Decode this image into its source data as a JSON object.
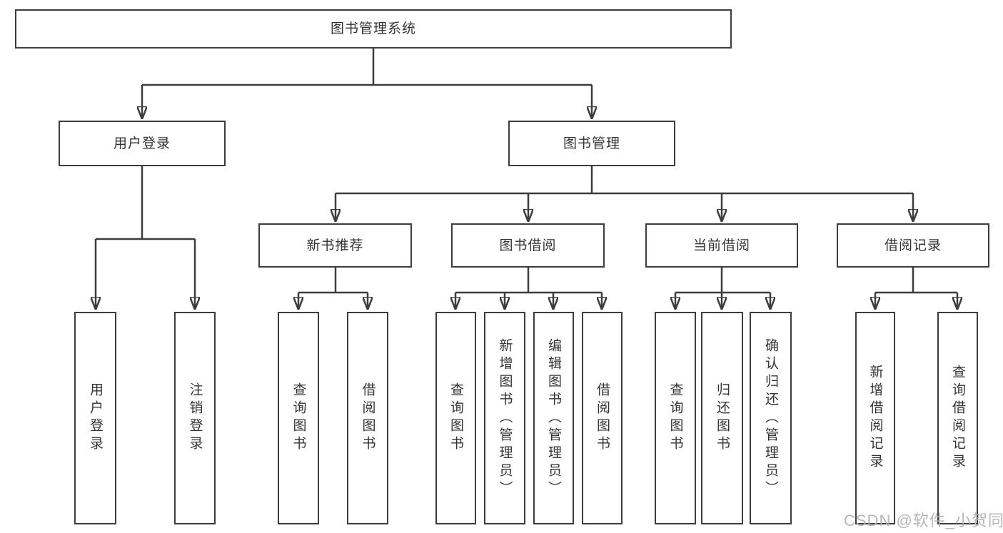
{
  "diagram": {
    "type": "hierarchy-tree",
    "root": {
      "label": "图书管理系统"
    },
    "level2": [
      {
        "label": "用户登录",
        "children": [
          {
            "label": "用户登录"
          },
          {
            "label": "注销登录"
          }
        ]
      },
      {
        "label": "图书管理",
        "children": [
          {
            "label": "新书推荐",
            "children": [
              {
                "label": "查询图书"
              },
              {
                "label": "借阅图书"
              }
            ]
          },
          {
            "label": "图书借阅",
            "children": [
              {
                "label": "查询图书"
              },
              {
                "label": "新增图书（管理员）"
              },
              {
                "label": "编辑图书（管理员）"
              },
              {
                "label": "借阅图书"
              }
            ]
          },
          {
            "label": "当前借阅",
            "children": [
              {
                "label": "查询图书"
              },
              {
                "label": "归还图书"
              },
              {
                "label": "确认归还（管理员）"
              }
            ]
          },
          {
            "label": "借阅记录",
            "children": [
              {
                "label": "新增借阅记录"
              },
              {
                "label": "查询借阅记录"
              }
            ]
          }
        ]
      }
    ]
  },
  "watermark": {
    "text": "CSDN @软件_小贺同学"
  },
  "colors": {
    "line": "#3d3d3d",
    "box_border": "#3d3d3d",
    "box_fill": "#ffffff",
    "text": "#333333",
    "watermark": "#afafaf",
    "page_background": "#ffffff"
  }
}
